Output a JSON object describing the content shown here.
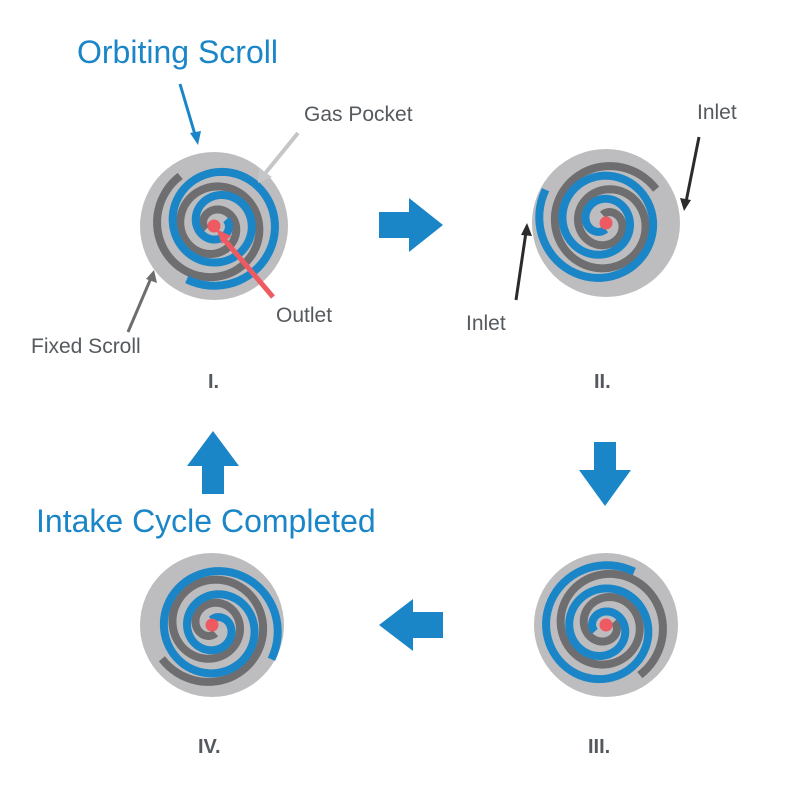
{
  "labels": {
    "orbiting_scroll": "Orbiting Scroll",
    "gas_pocket": "Gas Pocket",
    "outlet": "Outlet",
    "fixed_scroll": "Fixed Scroll",
    "inlet_top": "Inlet",
    "inlet_bottom": "Inlet",
    "intake_cycle_completed": "Intake Cycle Completed"
  },
  "stages": [
    "I.",
    "II.",
    "III.",
    "IV."
  ],
  "colors": {
    "orbiting_scroll": "#1b86c7",
    "fixed_scroll": "#6e6e70",
    "gas": "#bdbdbf",
    "outlet": "#ee5a62",
    "arrow": "#1b86c7",
    "pointer_dark": "#2b2b2b",
    "pointer_light": "#c4c6c8",
    "pointer_outlet": "#ee5a62"
  }
}
